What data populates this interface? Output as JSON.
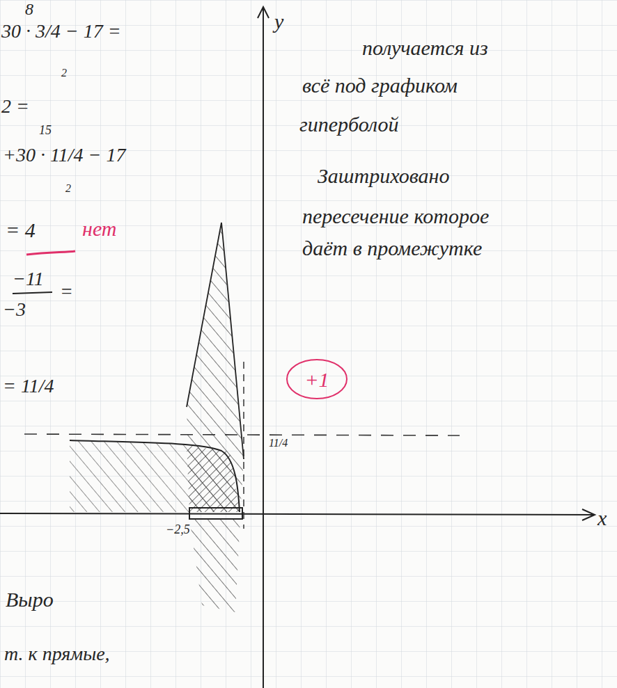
{
  "diagram": {
    "nodes": [
      {
        "text": [
          "+1"
        ]
      }
    ],
    "labels": [
      "8",
      "30 · 3/4 − 17 =",
      "2",
      "2 =",
      "15",
      "+30 · 11/4 − 17",
      "2",
      "= 4",
      "нет",
      "−11",
      "=",
      "−3",
      "= 11/4",
      "Выро",
      "т. к прямые,",
      "получается из",
      "всё под графиком",
      "гиперболой",
      "Заштриховано",
      "пересечение которое",
      "даёт в промежутке",
      "y",
      "x",
      "11/4",
      "−2,5"
    ]
  }
}
